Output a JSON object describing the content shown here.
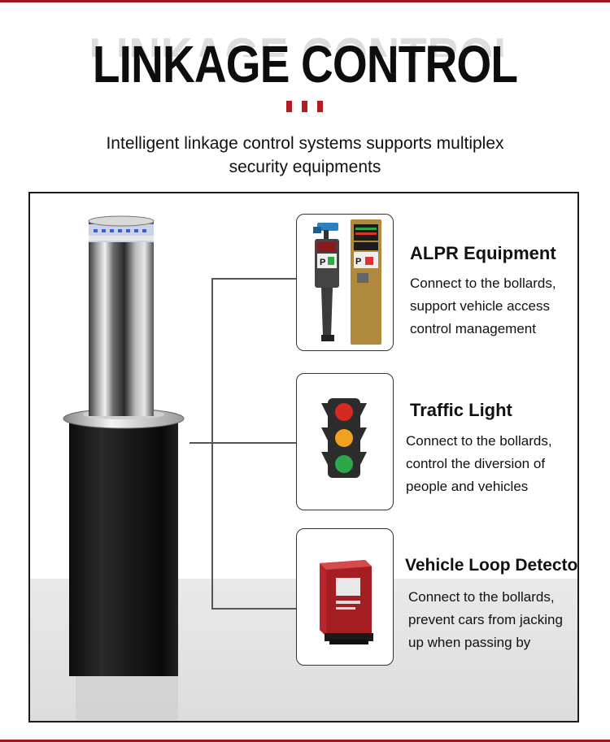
{
  "header": {
    "title": "LINKAGE CONTROL",
    "subtitle_line1": "Intelligent linkage control systems supports multiplex",
    "subtitle_line2": "security equipments"
  },
  "items": [
    {
      "title": "ALPR Equipment",
      "lines": [
        "Connect to the bollards,",
        "support vehicle access",
        "control management"
      ]
    },
    {
      "title": "Traffic Light",
      "lines": [
        "Connect to the bollards,",
        "control the diversion of",
        "people and vehicles"
      ]
    },
    {
      "title": "Vehicle Loop Detector",
      "lines": [
        "Connect to the bollards,",
        "prevent cars from jacking",
        "up when passing by"
      ]
    }
  ],
  "colors": {
    "accent_red": "#b01e24",
    "frame": "#1a1a1a",
    "text": "#111111"
  },
  "icons": [
    "alpr-camera-icon",
    "traffic-light-icon",
    "loop-detector-icon",
    "bollard-image"
  ]
}
